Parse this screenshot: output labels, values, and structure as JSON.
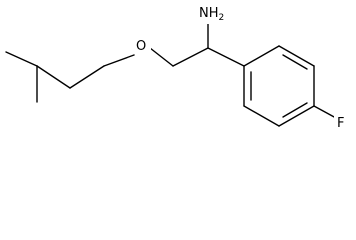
{
  "molecule": {
    "atoms": {
      "amine": {
        "symbol": "NH",
        "subscript": "2"
      },
      "ether_oxygen": {
        "symbol": "O"
      },
      "fluorine": {
        "symbol": "F"
      }
    }
  },
  "colors": {
    "bond": "#000000",
    "label": "#000000",
    "background": "#ffffff"
  }
}
